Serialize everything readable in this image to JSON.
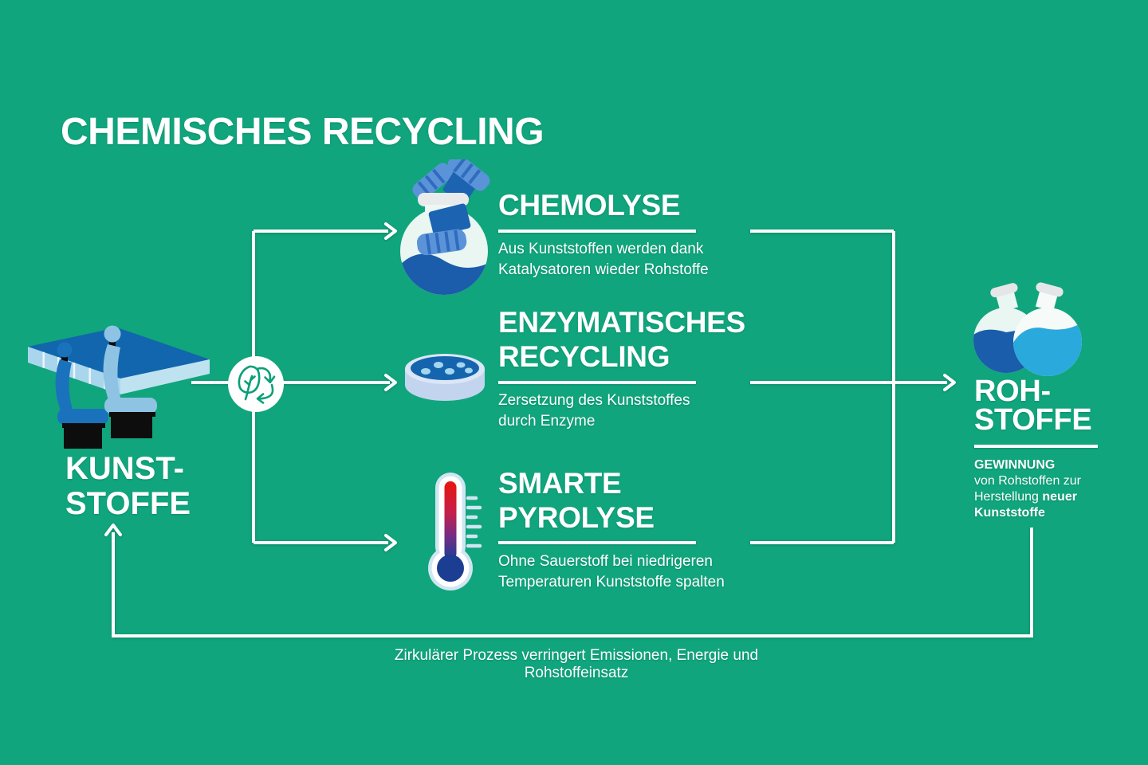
{
  "header": {
    "title": "CHEMISCHES RECYCLING"
  },
  "colors": {
    "background": "#10A57D",
    "line": "#FFFFFF",
    "icon_green": "#0AA078",
    "dark_blue": "#1A5FAC",
    "mid_blue": "#1A72BD",
    "light_blue": "#8EC3E3",
    "pale_ice_blue": "#CFE6F2",
    "petri_rim_blue": "#C3D4EE",
    "cyan_blue": "#2AA9DC",
    "thermometer_red": "#E8150E"
  },
  "source_node": {
    "icon": "car-seats-icon",
    "label": "KUNST-\nSTOFFE"
  },
  "hub": {
    "icon": "leaf-recycle-icon"
  },
  "processes": [
    {
      "name": "chemolyse",
      "icon": "flask-plastic-icon",
      "title": "CHEMOLYSE",
      "description": "Aus Kunststoffen werden dank\nKatalysatoren wieder Rohstoffe"
    },
    {
      "name": "enzymatisches-recycling",
      "icon": "petri-dish-icon",
      "title": "ENZYMATISCHES\nRECYCLING",
      "description": "Zersetzung des Kunststoffes\ndurch Enzyme"
    },
    {
      "name": "smarte-pyrolyse",
      "icon": "thermometer-icon",
      "title": "SMARTE\nPYROLYSE",
      "description": "Ohne Sauerstoff bei niedrigeren\nTemperaturen Kunststoffe spalten"
    }
  ],
  "target_node": {
    "icon": "two-flasks-icon",
    "label": "ROH-\nSTOFFE",
    "details": {
      "heading": "GEWINNUNG",
      "line1": "von Rohstoffen zur",
      "line2_pre": "Herstellung ",
      "line2_bold": "neuer",
      "line3_bold": "Kunststoffe"
    }
  },
  "footer": {
    "caption": "Zirkulärer Prozess verringert Emissionen, Energie und Rohstoffeinsatz"
  }
}
